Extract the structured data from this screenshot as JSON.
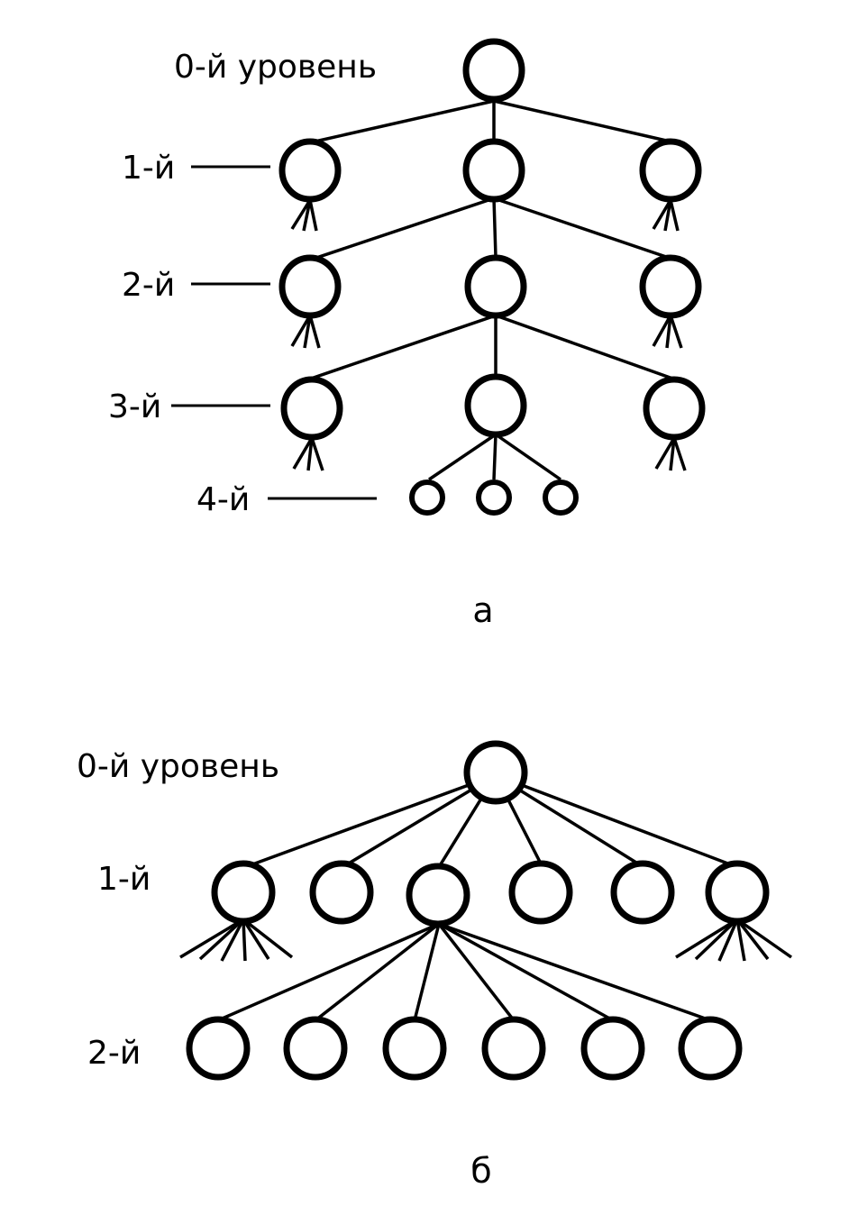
{
  "diagram_a": {
    "levels": [
      {
        "label": "0-й уровень"
      },
      {
        "label": "1-й"
      },
      {
        "label": "2-й"
      },
      {
        "label": "3-й"
      },
      {
        "label": "4-й"
      }
    ],
    "caption": "а"
  },
  "diagram_b": {
    "levels": [
      {
        "label": "0-й уровень"
      },
      {
        "label": "1-й"
      },
      {
        "label": "2-й"
      }
    ],
    "caption": "б"
  },
  "colors": {
    "line": "#000000",
    "background": "#ffffff"
  }
}
